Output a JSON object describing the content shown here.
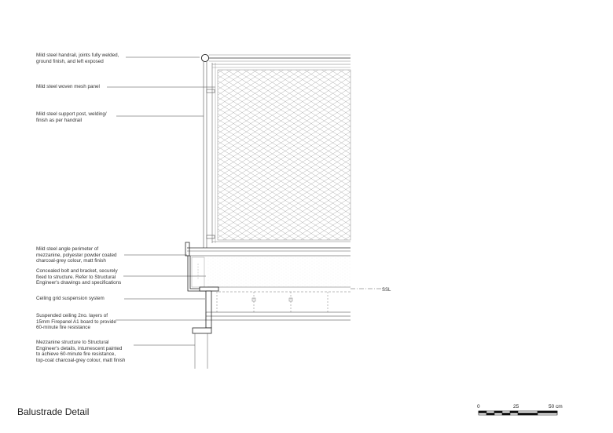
{
  "title": "Balustrade Detail",
  "annotations": [
    {
      "id": "handrail",
      "text": "Mild steel handrail, joints fully welded,\nground finish, and left exposed"
    },
    {
      "id": "mesh",
      "text": "Mild steel woven mesh panel"
    },
    {
      "id": "post",
      "text": "Mild steel support post, welding/\nfinish as per handrail"
    },
    {
      "id": "angle",
      "text": "Mild steel angle perimeter of\nmezzanine, polyester powder coated\ncharcoal-grey colour, matt finish"
    },
    {
      "id": "bolt",
      "text": "Concealed bolt and bracket, securely\nfixed to structure. Refer to Structural\nEngineer's drawings and specifications"
    },
    {
      "id": "grid",
      "text": "Ceiling grid suspension system"
    },
    {
      "id": "ceiling",
      "text": "Suspended ceiling 2no. layers of\n15mm Firepanel A1 board to provide\n60-minute fire resistance"
    },
    {
      "id": "structure",
      "text": "Mezzanine structure to Structural\nEngineer's details, intumescent painted\nto achieve 60-minute fire resistance,\ntop-coat charcoal-grey colour, matt finish"
    }
  ],
  "level_label": "SSL",
  "scale_bar": {
    "labels": [
      "0",
      "25",
      "50 cm"
    ]
  },
  "colors": {
    "line": "#333333",
    "light": "#9a9a9a",
    "mesh": "#b5b5b5"
  }
}
